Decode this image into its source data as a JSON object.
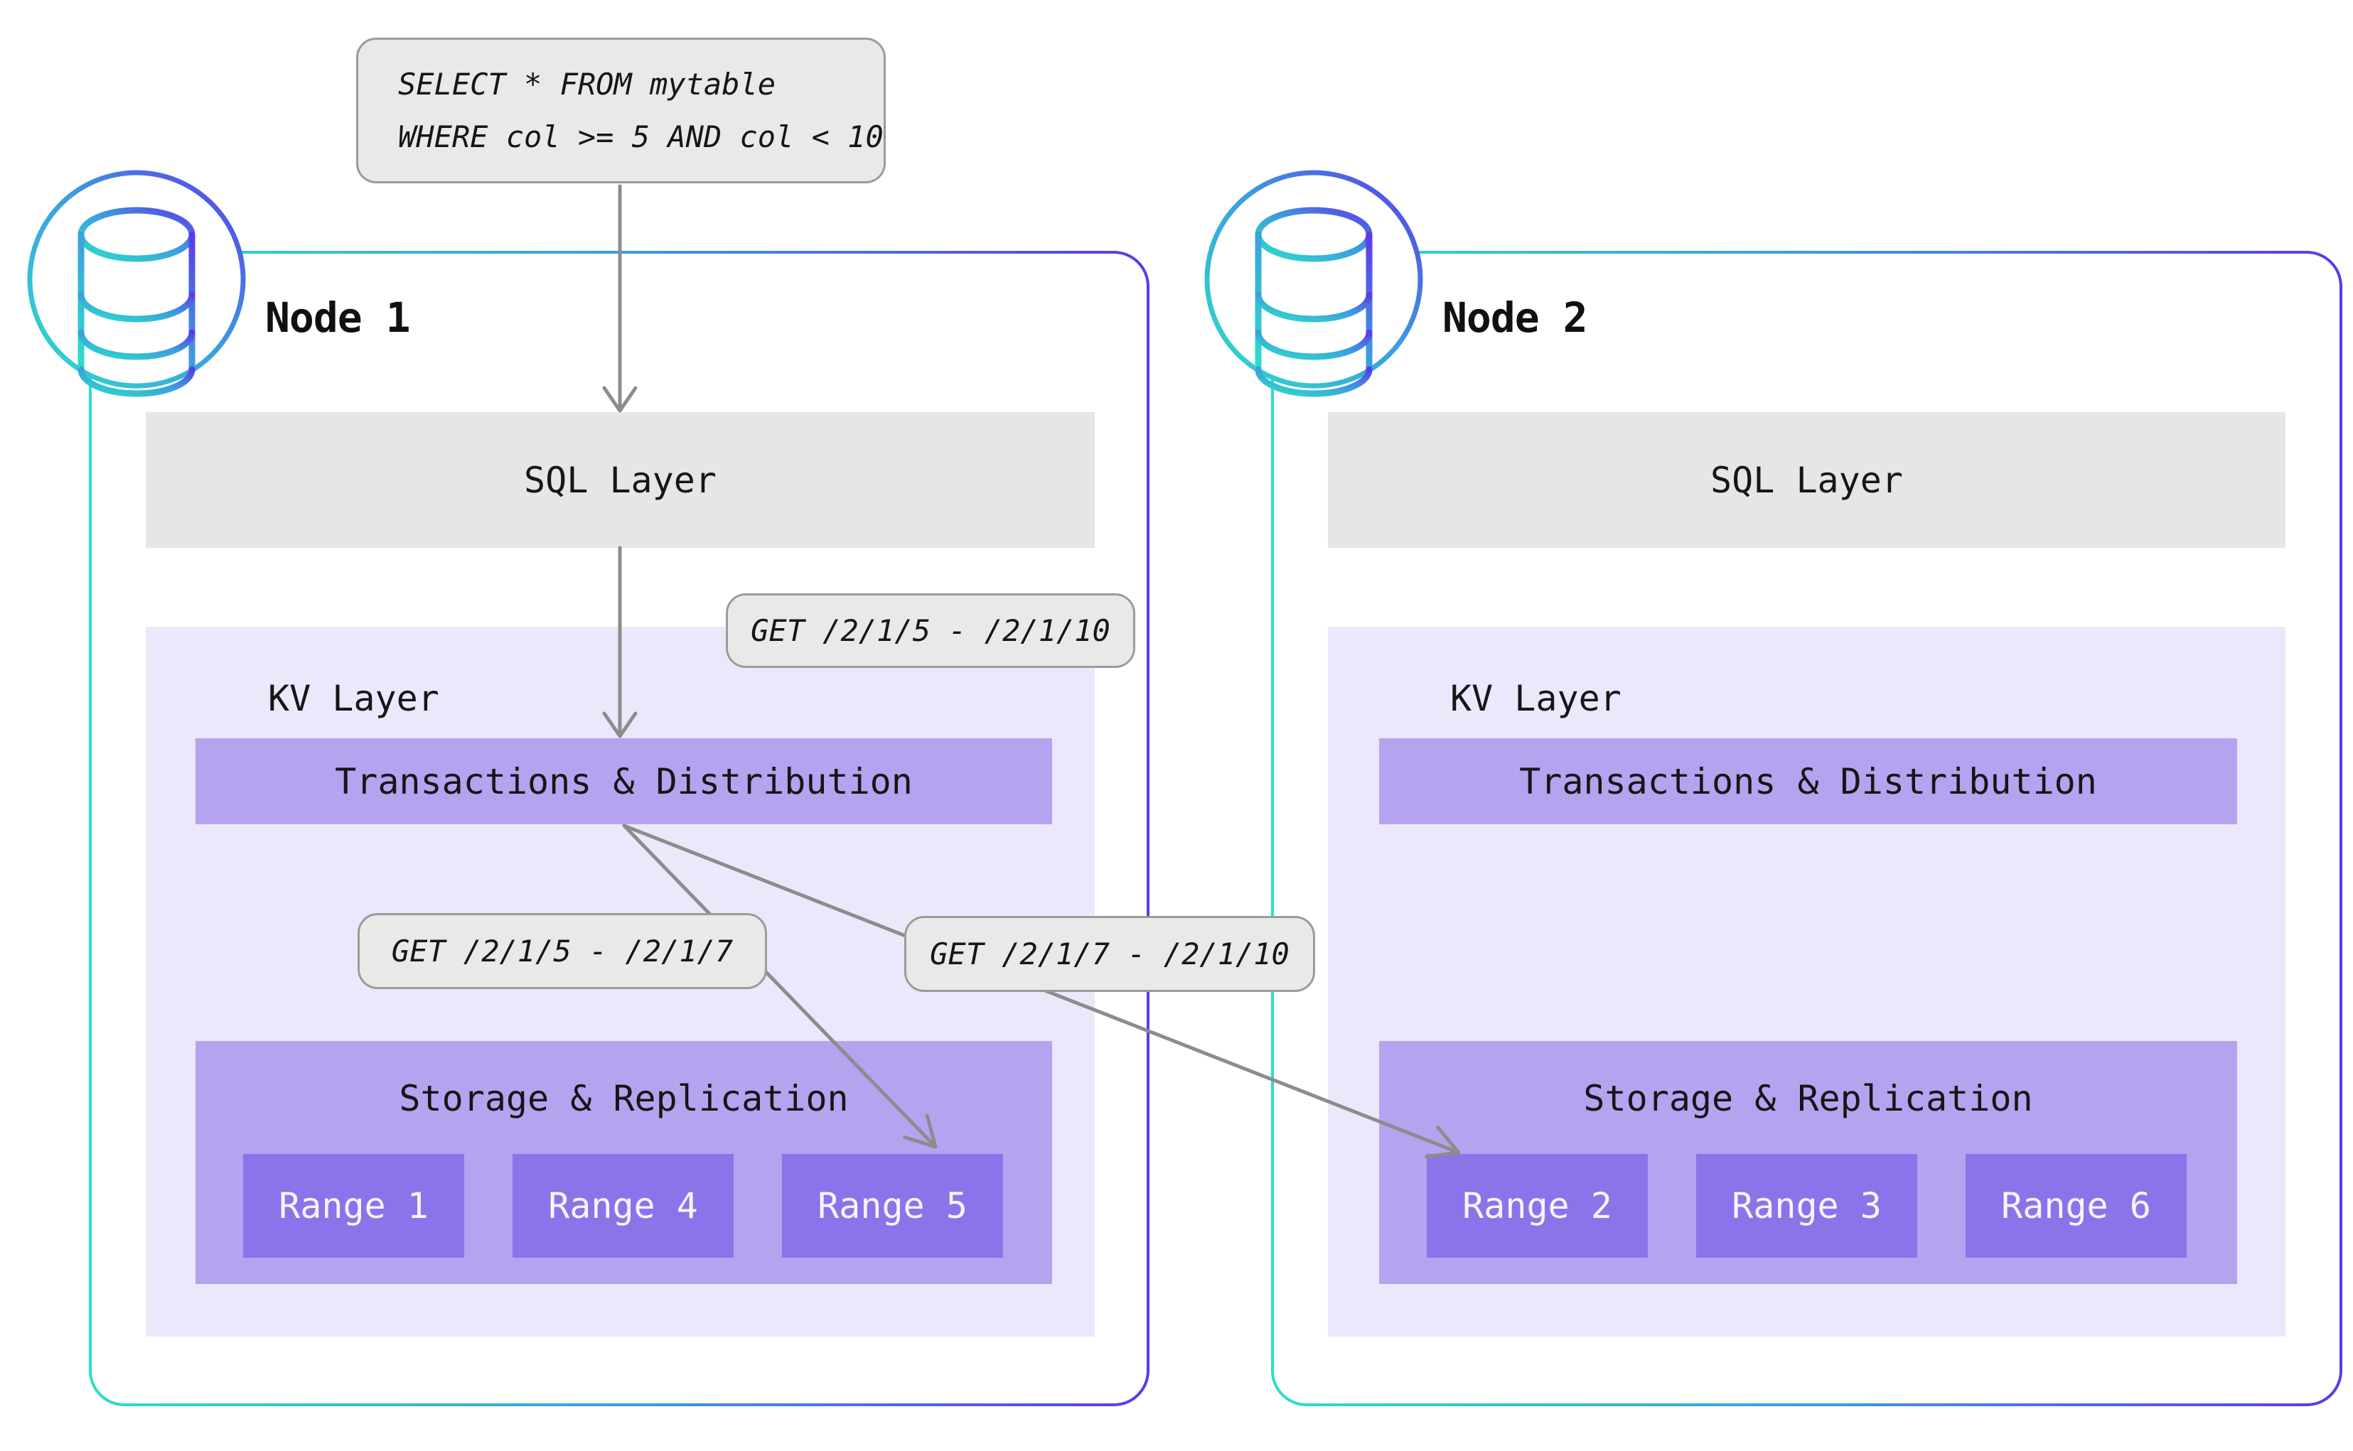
{
  "query_box": {
    "lines": [
      "SELECT * FROM mytable",
      "WHERE col >= 5 AND col < 10"
    ]
  },
  "request_labels": {
    "full_range": "GET /2/1/5 - /2/1/10",
    "left_split": "GET /2/1/5 - /2/1/7",
    "right_split": "GET /2/1/7 - /2/1/10"
  },
  "nodes": [
    {
      "title": "Node 1",
      "sql_layer": "SQL Layer",
      "kv_layer": "KV Layer",
      "transactions": "Transactions & Distribution",
      "storage": "Storage & Replication",
      "ranges": [
        "Range 1",
        "Range 4",
        "Range 5"
      ]
    },
    {
      "title": "Node 2",
      "sql_layer": "SQL Layer",
      "kv_layer": "KV Layer",
      "transactions": "Transactions & Distribution",
      "storage": "Storage & Replication",
      "ranges": [
        "Range 2",
        "Range 3",
        "Range 6"
      ]
    }
  ],
  "icons": {
    "node_badge": "database-icon"
  },
  "colors": {
    "gradient_start": "#2BDFC9",
    "gradient_mid": "#3D9BE0",
    "gradient_end": "#5B3BE8",
    "bar_purple": "#B5A3F0",
    "range_purple": "#8B74E9",
    "kv_background": "#ECE8FB",
    "sql_background": "#E5E7E6",
    "callout_background": "#E9E9E7",
    "callout_border": "#9B9B9B",
    "arrow_gray": "#8C8C8C"
  }
}
